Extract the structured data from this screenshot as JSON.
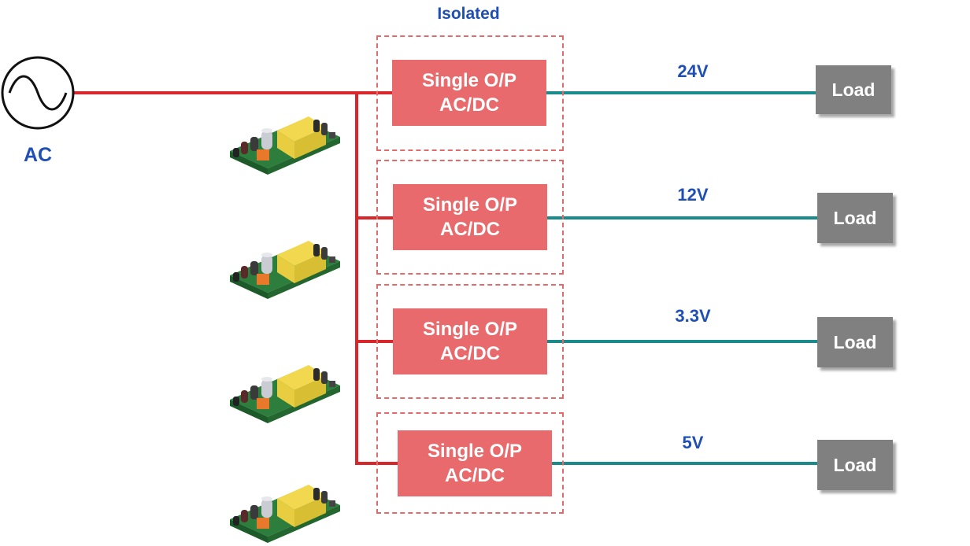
{
  "isolated_label": "Isolated",
  "source": {
    "label": "AC",
    "icon": "ac-source-sine-icon"
  },
  "converters": [
    {
      "line1": "Single O/P",
      "line2": "AC/DC"
    },
    {
      "line1": "Single O/P",
      "line2": "AC/DC"
    },
    {
      "line1": "Single O/P",
      "line2": "AC/DC"
    },
    {
      "line1": "Single O/P",
      "line2": "AC/DC"
    }
  ],
  "outputs": [
    {
      "voltage": "24V",
      "load": "Load"
    },
    {
      "voltage": "12V",
      "load": "Load"
    },
    {
      "voltage": "3.3V",
      "load": "Load"
    },
    {
      "voltage": "5V",
      "load": "Load"
    }
  ],
  "board_icon": "power-supply-board-icon",
  "colors": {
    "ac_line": "#d8262b",
    "dc_line": "#1a8a8a",
    "converter": "#e86a6c",
    "load": "#808080",
    "label": "#1f4fb4"
  }
}
